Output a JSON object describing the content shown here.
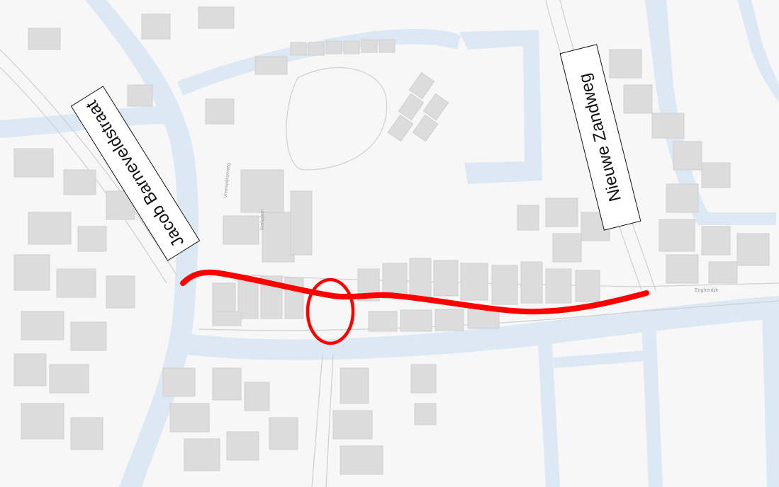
{
  "map": {
    "callouts": [
      {
        "id": "jacob",
        "text": "Jacob Barneveldstraat"
      },
      {
        "id": "zandweg",
        "text": "Nieuwe Zandweg"
      }
    ],
    "street_labels": {
      "engherdijk": "Engherdijk",
      "kerkplein": "Kerkplein",
      "vreeswijk": "Vreeswijkseweg"
    },
    "colors": {
      "route": "#ff0000",
      "water": "#dce9f5",
      "building": "#dcdcdc",
      "background": "#f7f7f7"
    }
  }
}
